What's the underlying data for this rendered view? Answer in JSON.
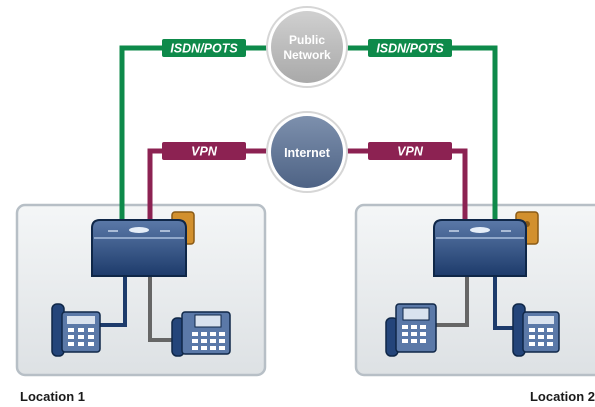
{
  "links": {
    "isdn_left": "ISDN/POTS",
    "isdn_right": "ISDN/POTS",
    "vpn_left": "VPN",
    "vpn_right": "VPN"
  },
  "clouds": {
    "public_network_line1": "Public",
    "public_network_line2": "Network",
    "internet": "Internet"
  },
  "locations": {
    "location1": "Location 1",
    "location2": "Location 2"
  },
  "colors": {
    "isdn_green": "#0e8a4a",
    "vpn_maroon": "#8c2252",
    "cloud_grey": "#b9b9b9",
    "internet_blue": "#5d7292",
    "device_navy": "#1d3b6b",
    "vpn_key_orange": "#d2902e",
    "location_box": "#e9ecee"
  }
}
